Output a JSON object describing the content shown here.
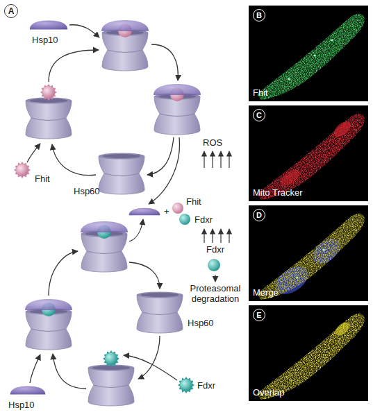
{
  "diagram": {
    "nodes": [
      {
        "text": [
          "Fdxr"
        ]
      },
      {
        "text": [
          "Proteasomal degradation"
        ]
      },
      {
        "text": [
          "B",
          "Fhit"
        ]
      },
      {
        "text": [
          "C",
          "Mito Tracker"
        ]
      },
      {
        "text": [
          "D",
          "Merge"
        ]
      },
      {
        "text": [
          "E",
          "Overlap"
        ]
      }
    ],
    "edges": [
      {
        "from": 0,
        "to": 1,
        "arrow": "to"
      }
    ],
    "labels": [
      "A",
      "Hsp10",
      "Fhit",
      "Hsp60",
      "ROS",
      "+",
      "Fhit",
      "Fdxr",
      "Hsp60",
      "Fdxr",
      "Hsp10"
    ]
  }
}
